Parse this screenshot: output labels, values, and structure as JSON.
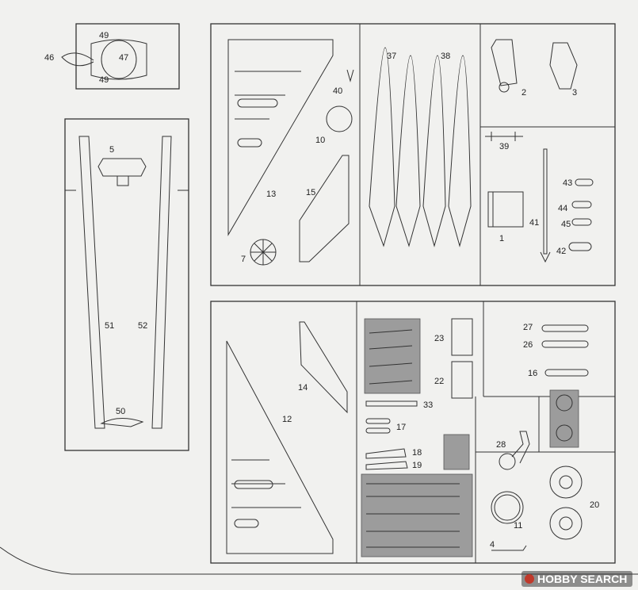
{
  "sheet": {
    "paper_color": "#f1f1ef",
    "line_color": "#333333",
    "shade_color": "#9c9c9c"
  },
  "labels": {
    "p1": "1",
    "p2": "2",
    "p3": "3",
    "p4": "4",
    "p5": "5",
    "p7": "7",
    "p10": "10",
    "p11": "11",
    "p12": "12",
    "p13": "13",
    "p14": "14",
    "p15": "15",
    "p16": "16",
    "p17": "17",
    "p18": "18",
    "p19": "19",
    "p20": "20",
    "p22": "22",
    "p23": "23",
    "p26": "26",
    "p27": "27",
    "p28": "28",
    "p33": "33",
    "p37": "37",
    "p38": "38",
    "p39": "39",
    "p40": "40",
    "p41": "41",
    "p42": "42",
    "p43": "43",
    "p44": "44",
    "p45": "45",
    "p46": "46",
    "p47": "47",
    "p49a": "49",
    "p49b": "49",
    "p50": "50",
    "p51": "51",
    "p52": "52"
  },
  "watermark": {
    "text": "HOBBY SEARCH",
    "icon": "hobby-search-logo-icon"
  }
}
